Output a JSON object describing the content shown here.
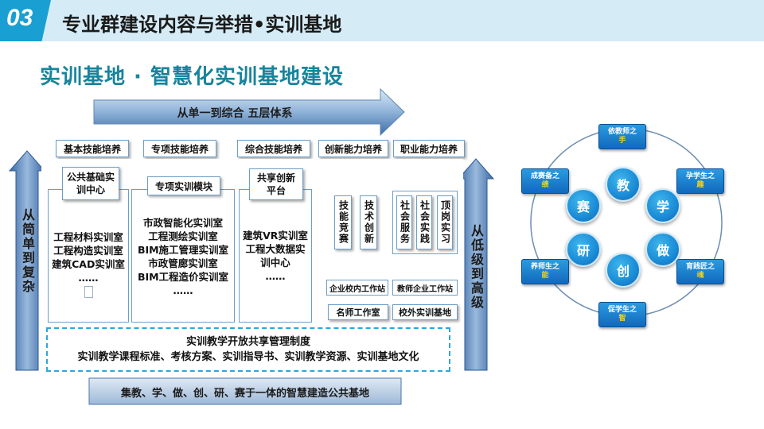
{
  "header": {
    "number": "03",
    "title_main": "专业群建设内容与举措",
    "title_accent": "•实训基地"
  },
  "subtitle": "实训基地 · 智慧化实训基地建设",
  "top_arrow": "从单一到综合 五层体系",
  "left_arrow": "从简单到复杂",
  "right_arrow": "从低级到高级",
  "levels": [
    "基本技能培养",
    "专项技能培养",
    "综合技能培养",
    "创新能力培养",
    "职业能力培养"
  ],
  "centers": [
    "公共基础实训中心",
    "专项实训模块",
    "共享创新平台"
  ],
  "col1": [
    "工程材料实训室",
    "工程构造实训室",
    "建筑CAD实训室",
    "……"
  ],
  "col2": [
    "市政智能化实训室",
    "工程测绘实训室",
    "BIM施工管理实训室",
    "市政管廊实训室",
    "BIM工程造价实训室",
    "……"
  ],
  "col3": [
    "建筑VR实训室",
    "工程大数据实",
    "训中心",
    "……"
  ],
  "col4_vertical": [
    "技能竞赛",
    "技术创新"
  ],
  "col5_vertical": [
    "社会服务",
    "社会实践",
    "顶岗实习"
  ],
  "small_boxes": [
    "企业校内工作站",
    "教师企业工作站",
    "名师工作室",
    "校外实训基地"
  ],
  "system_lines": [
    "实训教学开放共享管理制度",
    "实训教学课程标准、考核方案、实训指导书、实训教学资源、实训基地文化"
  ],
  "bottom_bar": "集教、学、做、创、研、赛于一体的智慧建造公共基地",
  "cycle": {
    "inner": [
      "教",
      "学",
      "做",
      "创",
      "研",
      "赛"
    ],
    "outer": [
      {
        "line1": "依教师之",
        "line2": "手"
      },
      {
        "line1": "孕学生之",
        "line2": "趣"
      },
      {
        "line1": "育践匠之",
        "line2": "魂"
      },
      {
        "line1": "促学生之",
        "line2": "智"
      },
      {
        "line1": "养师生之",
        "line2": "能"
      },
      {
        "line1": "成赛备之",
        "line2": "绩"
      }
    ]
  },
  "colors": {
    "accent": "#1a9fd2",
    "header_band": "#d5ebf6",
    "subtitle": "#17849c",
    "arrow": "#2f5f97",
    "node": "#1a8bd6"
  }
}
